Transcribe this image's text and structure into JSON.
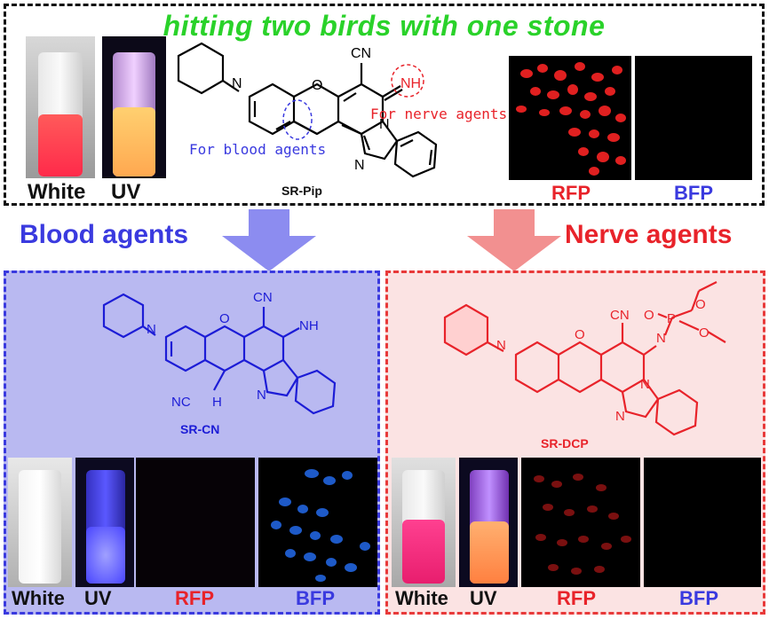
{
  "headline": "hitting two birds with one stone",
  "top": {
    "vial_labels": [
      "White",
      "UV"
    ],
    "compound": "SR-Pip",
    "annotation_nerve": "For nerve agents",
    "annotation_blood": "For blood agents",
    "groups": {
      "nh": "NH",
      "cn": "CN",
      "n_ring": "N",
      "n_pip": "N",
      "o": "O"
    },
    "channels": [
      "RFP",
      "BFP"
    ]
  },
  "arrows": {
    "blood_label": "Blood agents",
    "nerve_label": "Nerve agents"
  },
  "blood": {
    "compound": "SR-CN",
    "groups": {
      "cn_top": "CN",
      "nh": "NH",
      "cn_left": "NC",
      "h": "H",
      "n": "N",
      "o": "O"
    },
    "vial_labels": [
      "White",
      "UV"
    ],
    "channels": [
      "RFP",
      "BFP"
    ]
  },
  "nerve": {
    "compound": "SR-DCP",
    "groups": {
      "cn": "CN",
      "o1": "O",
      "p": "P",
      "o2": "O",
      "o3": "O",
      "n": "N",
      "n2": "N",
      "n3": "N",
      "o": "O"
    },
    "vial_labels": [
      "White",
      "UV"
    ],
    "channels": [
      "RFP",
      "BFP"
    ]
  },
  "colors": {
    "green": "#2ad22a",
    "blue": "#3a3adf",
    "red": "#e8232a",
    "blood_bg": "#b9b9f1",
    "nerve_bg": "#fbe3e3",
    "arrow_blue": "#8c8cf0",
    "arrow_red": "#f29090"
  }
}
